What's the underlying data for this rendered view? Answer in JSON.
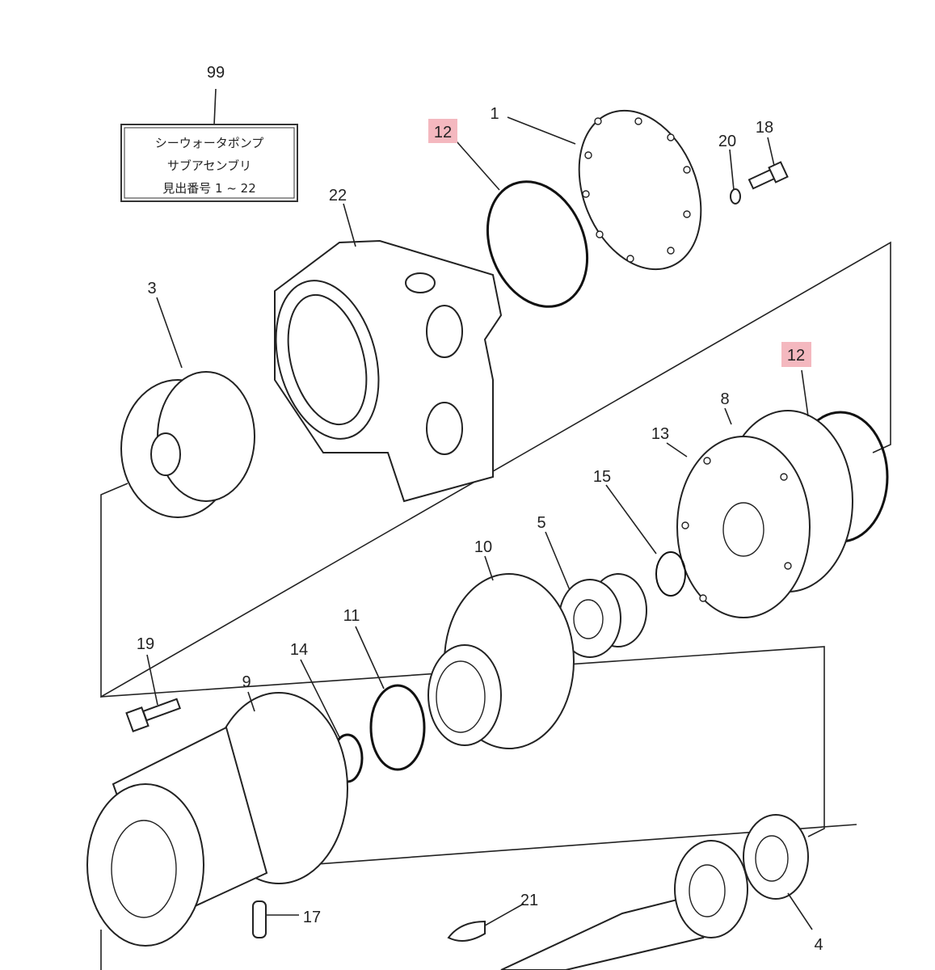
{
  "title_box": {
    "ref": "99",
    "line1": "シーウォータポンプ",
    "line2": "サブアセンブリ",
    "line3": "見出番号 1 ~ 22"
  },
  "highlight_color": "#f4b8bf",
  "callouts": {
    "p1": "1",
    "p12a": "12",
    "p20": "20",
    "p18": "18",
    "p22": "22",
    "p3": "3",
    "p12b": "12",
    "p8": "8",
    "p13": "13",
    "p15": "15",
    "p5": "5",
    "p10": "10",
    "p11": "11",
    "p19": "19",
    "p14": "14",
    "p9": "9",
    "p17": "17",
    "p21": "21",
    "p4": "4"
  }
}
